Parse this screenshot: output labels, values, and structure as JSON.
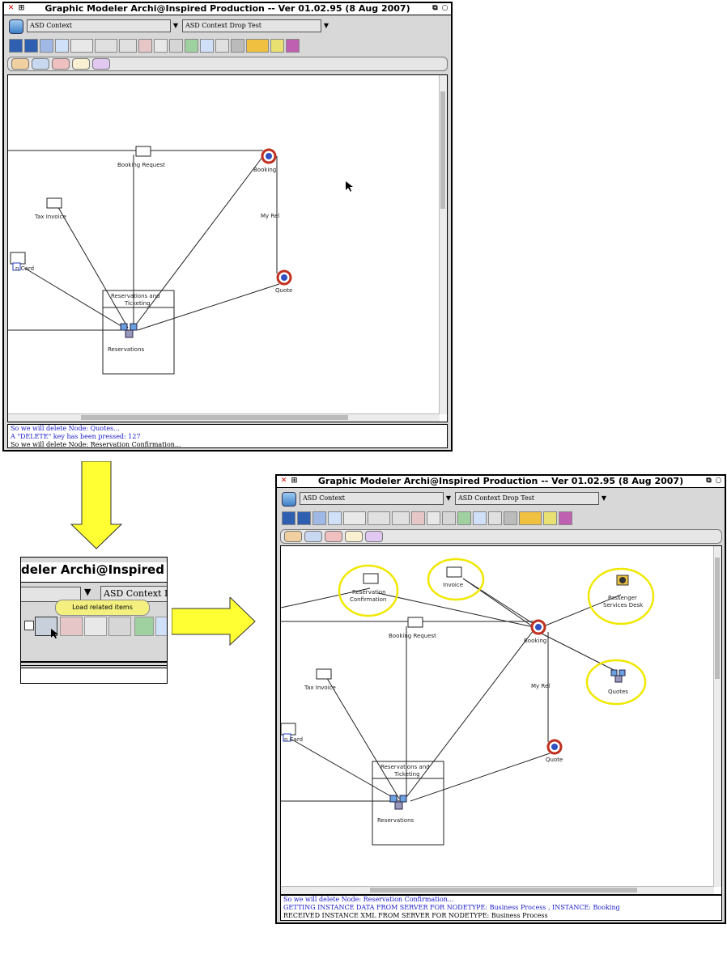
{
  "window": {
    "title": "Graphic Modeler Archi@Inspired Production -- Ver 01.02.95 (8 Aug 2007)",
    "combo_context": "ASD Context",
    "combo_drop": "ASD Context Drop Test"
  },
  "top_canvas": {
    "labels": {
      "booking_request": "Booking Request",
      "booking": "Booking",
      "tax_invoice": "Tax Invoice",
      "my_rel": "My Rel",
      "card": "n Card",
      "quote": "Quote",
      "res_ticketing_1": "Reservations and",
      "res_ticketing_2": "Ticketing",
      "reservations": "Reservations"
    },
    "console": [
      "So we will delete Node: Quotes...",
      "A \"DELETE\" key has been pressed: 127",
      "So we will delete Node: Reservation Confirmation..."
    ]
  },
  "zoom": {
    "title_fragment": "deler Archi@Inspired Pro",
    "combo_fragment": "ASD Context I",
    "tooltip": "Load related items"
  },
  "bottom_canvas": {
    "labels": {
      "reservation_confirmation_1": "Reservation",
      "reservation_confirmation_2": "Confirmation",
      "invoice": "Invoice",
      "passenger_1": "Passenger",
      "passenger_2": "Services Desk",
      "booking_request": "Booking Request",
      "booking": "Booking",
      "tax_invoice": "Tax Invoice",
      "my_rel": "My Rel",
      "quotes": "Quotes",
      "card": "n Card",
      "quote": "Quote",
      "res_ticketing_1": "Reservations and",
      "res_ticketing_2": "Ticketing",
      "reservations": "Reservations"
    },
    "console": [
      "So we will delete Node: Reservation Confirmation...",
      "GETTING INSTANCE DATA FROM SERVER FOR NODETYPE: Business Process , INSTANCE: Booking",
      "RECEIVED INSTANCE XML FROM SERVER FOR NODETYPE: Business Process"
    ]
  },
  "colors": {
    "highlight": "#f0e800",
    "arrow": "#ffff33",
    "console_text": "#1a1acc"
  }
}
